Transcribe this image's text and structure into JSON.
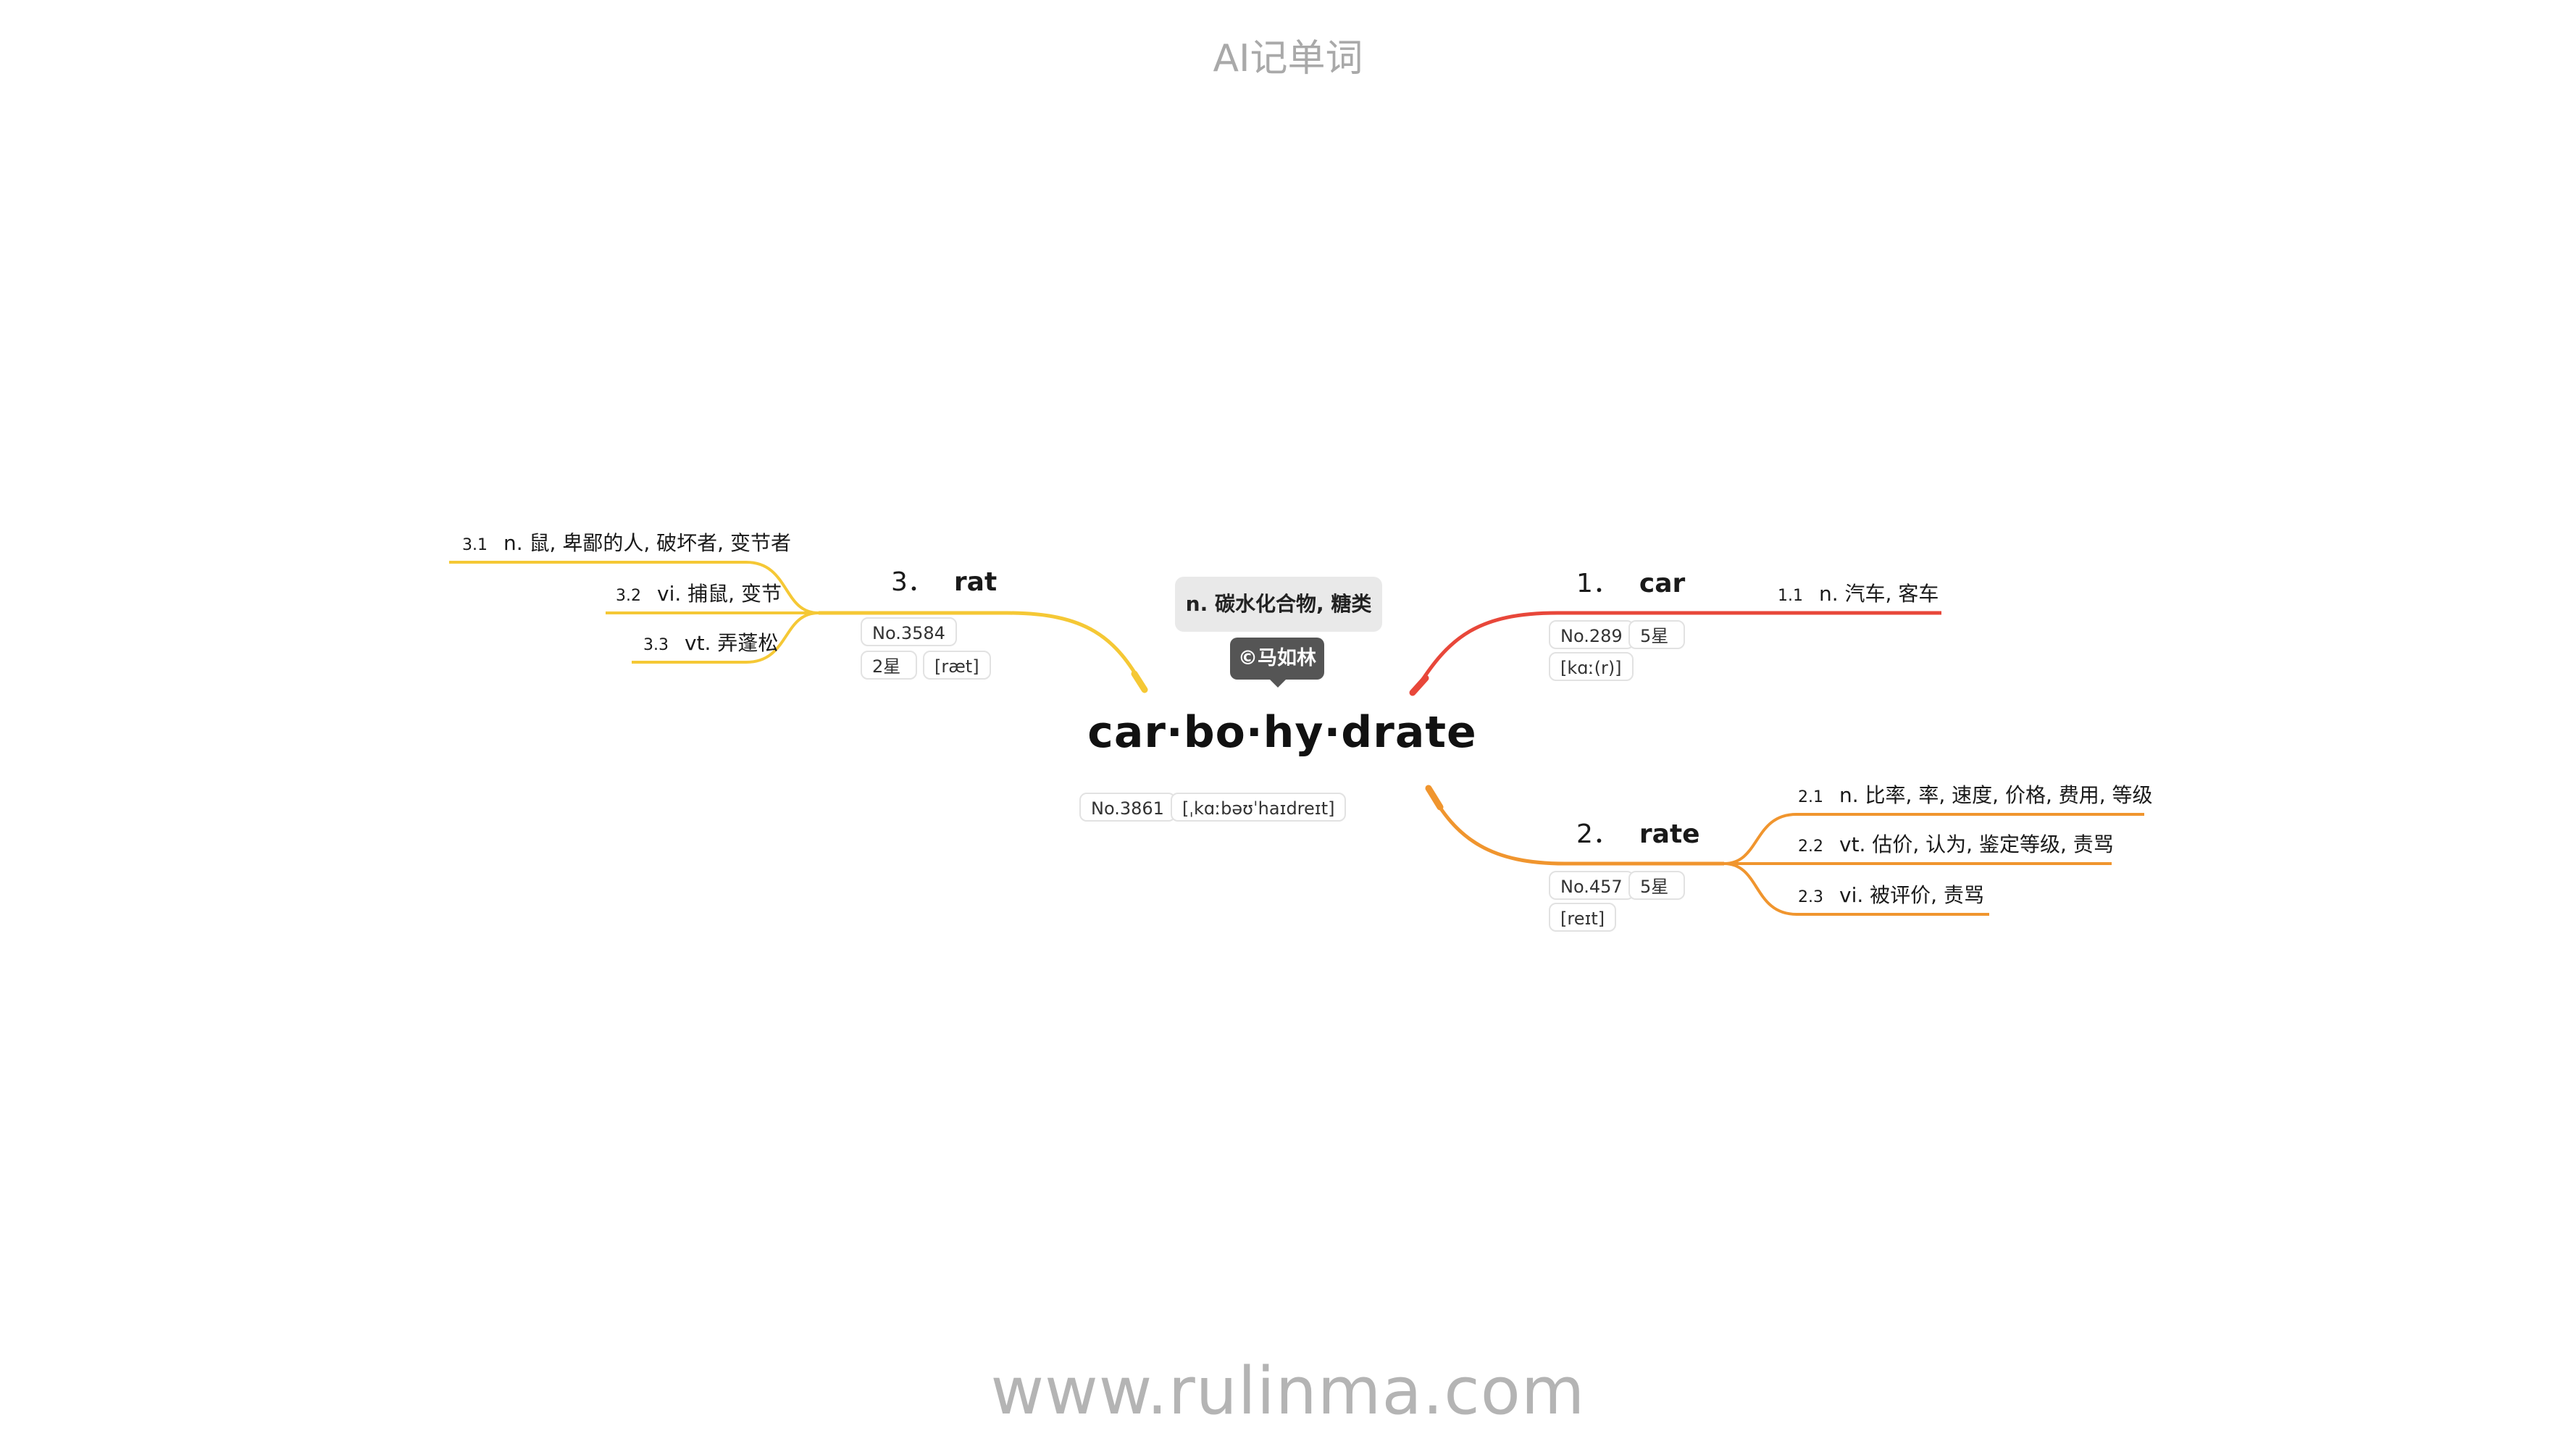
{
  "app_title": "AI记单词",
  "watermark": "www.rulinma.com",
  "center": {
    "word": "car·bo·hy·drate",
    "meaning": "n. 碳水化合物, 糖类",
    "author": "©马如林",
    "number": "No.3861",
    "phonetic": "[ˌkɑːbəʊˈhaɪdreɪt]"
  },
  "branches": {
    "car": {
      "num": "1．",
      "word": "car",
      "number": "No.289",
      "stars": "5星",
      "phonetic": "[kɑː(r)]",
      "color": "#e8473a",
      "defs": [
        {
          "idx": "1.1",
          "text": "n. 汽车, 客车"
        }
      ]
    },
    "rate": {
      "num": "2．",
      "word": "rate",
      "number": "No.457",
      "stars": "5星",
      "phonetic": "[reɪt]",
      "color": "#f0952e",
      "defs": [
        {
          "idx": "2.1",
          "text": "n. 比率, 率, 速度, 价格, 费用, 等级"
        },
        {
          "idx": "2.2",
          "text": "vt. 估价, 认为, 鉴定等级, 责骂"
        },
        {
          "idx": "2.3",
          "text": "vi. 被评价, 责骂"
        }
      ]
    },
    "rat": {
      "num": "3．",
      "word": "rat",
      "number": "No.3584",
      "stars": "2星",
      "phonetic": "[ræt]",
      "color": "#f5c835",
      "defs": [
        {
          "idx": "3.1",
          "text": "n. 鼠, 卑鄙的人, 破坏者, 变节者"
        },
        {
          "idx": "3.2",
          "text": "vi. 捕鼠, 变节"
        },
        {
          "idx": "3.3",
          "text": "vt. 弄蓬松"
        }
      ]
    }
  }
}
